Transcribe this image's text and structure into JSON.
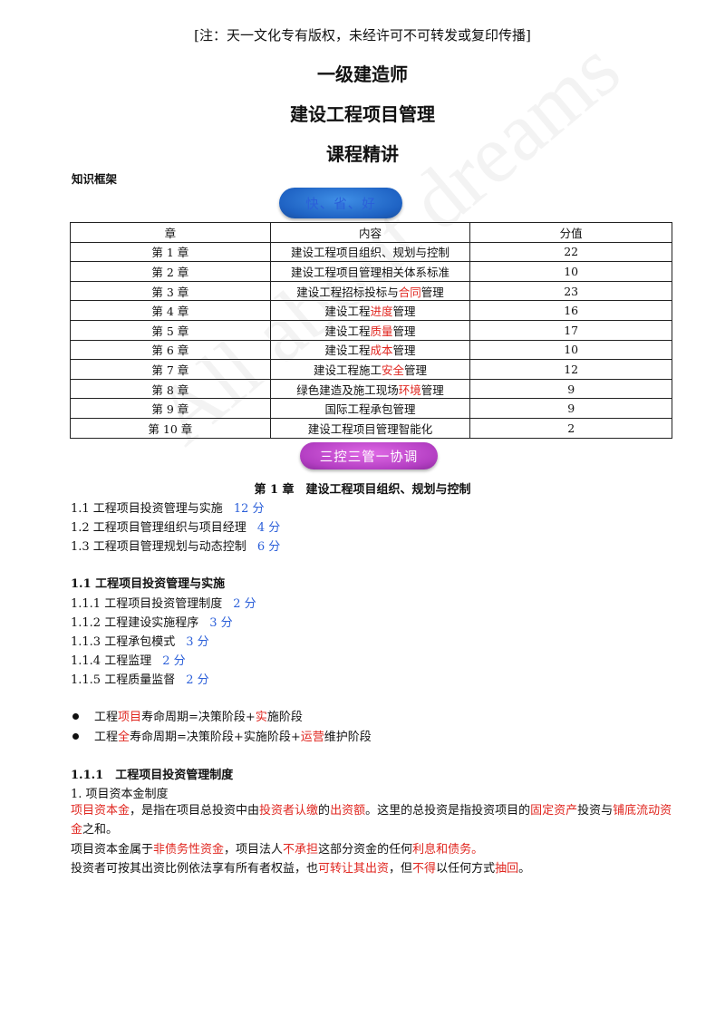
{
  "notice": "[注：天一文化专有版权，未经许可不可转发或复印传播]",
  "titles": [
    "一级建造师",
    "建设工程项目管理",
    "课程精讲"
  ],
  "framework_label": "知识框架",
  "badge_fast": "快、省、好",
  "table": {
    "headers": [
      "章",
      "内容",
      "分值"
    ],
    "rows": [
      {
        "chapter": "第 1 章",
        "pre": "建设工程项目组织、规划与控制",
        "hl": "",
        "post": "",
        "score": "22"
      },
      {
        "chapter": "第 2 章",
        "pre": "建设工程项目管理相关体系标准",
        "hl": "",
        "post": "",
        "score": "10"
      },
      {
        "chapter": "第 3 章",
        "pre": "建设工程招标投标与",
        "hl": "合同",
        "post": "管理",
        "score": "23"
      },
      {
        "chapter": "第 4 章",
        "pre": "建设工程",
        "hl": "进度",
        "post": "管理",
        "score": "16"
      },
      {
        "chapter": "第 5 章",
        "pre": "建设工程",
        "hl": "质量",
        "post": "管理",
        "score": "17"
      },
      {
        "chapter": "第 6 章",
        "pre": "建设工程",
        "hl": "成本",
        "post": "管理",
        "score": "10"
      },
      {
        "chapter": "第 7 章",
        "pre": "建设工程施工",
        "hl": "安全",
        "post": "管理",
        "score": "12"
      },
      {
        "chapter": "第 8 章",
        "pre": "绿色建造及施工现场",
        "hl": "环境",
        "post": "管理",
        "score": "9"
      },
      {
        "chapter": "第 9 章",
        "pre": "国际工程承包管理",
        "hl": "",
        "post": "",
        "score": "9"
      },
      {
        "chapter": "第 10 章",
        "pre": "建设工程项目管理智能化",
        "hl": "",
        "post": "",
        "score": "2"
      }
    ]
  },
  "badge_control": "三控三管一协调",
  "chapter1_heading": "第 1 章　建设工程项目组织、规划与控制",
  "ch1_sections": [
    {
      "label": "1.1  工程项目投资管理与实施",
      "score": "12 分"
    },
    {
      "label": "1.2  工程项目管理组织与项目经理",
      "score": "4 分"
    },
    {
      "label": "1.3  工程项目管理规划与动态控制",
      "score": "6 分"
    }
  ],
  "sec11_heading": "1.1  工程项目投资管理与实施",
  "sec11_items": [
    {
      "label": "1.1.1  工程项目投资管理制度",
      "score": "2 分"
    },
    {
      "label": "1.1.2  工程建设实施程序",
      "score": "3 分"
    },
    {
      "label": "1.1.3  工程承包模式",
      "score": "3 分"
    },
    {
      "label": "1.1.4  工程监理",
      "score": "2 分"
    },
    {
      "label": "1.1.5  工程质量监督",
      "score": "2 分"
    }
  ],
  "bullets": {
    "b1": {
      "p1": "工程",
      "r1": "项目",
      "p2": "寿命周期=决策阶段+",
      "r2": "实",
      "p3": "施阶段"
    },
    "b2": {
      "p1": "工程",
      "r1": "全",
      "p2": "寿命周期=决策阶段+实施阶段+",
      "r2": "运营",
      "p3": "维护阶段"
    }
  },
  "sec111_heading": "1.1.1　工程项目投资管理制度",
  "item1": "1.  项目资本金制度",
  "para1": {
    "s1": "项目资本金",
    "s2": "，是指在项目总投资中由",
    "s3": "投资者认缴",
    "s4": "的",
    "s5": "出资额",
    "s6": "。这里的总投资是指投资项目的",
    "s7": "固定资产",
    "s8": "投资与",
    "s9": "铺底流动资金",
    "s10": "之和。"
  },
  "para2": {
    "s1": "项目资本金属于",
    "s2": "非债务性资金",
    "s3": "，项目法人",
    "s4": "不承担",
    "s5": "这部分资金的任何",
    "s6": "利息和债务。"
  },
  "para3": {
    "s1": "投资者可按其出资比例依法享有所有者权益，也",
    "s2": "可转让其出资",
    "s3": "，但",
    "s4": "不得",
    "s5": "以任何方式",
    "s6": "抽回",
    "s7": "。"
  },
  "watermark": "All about dreams",
  "colors": {
    "highlight_red": "#e0261f",
    "score_blue": "#2b5fd9",
    "badge_blue": "#1f63c4",
    "badge_purple": "#b43fc3"
  }
}
